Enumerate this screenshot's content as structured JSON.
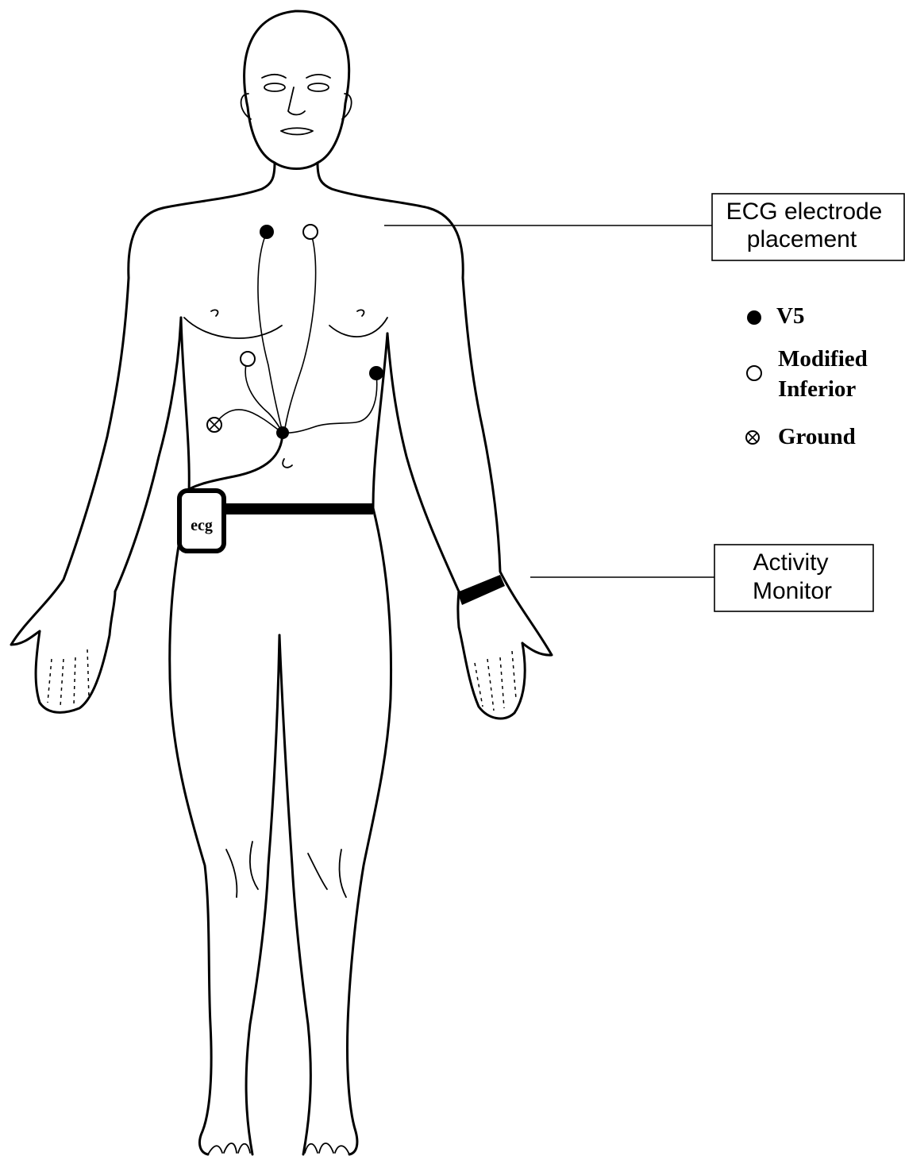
{
  "callouts": {
    "ecg_placement": {
      "line1": "ECG electrode",
      "line2": "placement"
    },
    "activity_monitor": {
      "line1": "Activity",
      "line2": "Monitor"
    }
  },
  "legend": {
    "v5": {
      "label": "V5",
      "marker": "filled-circle"
    },
    "modified_inferior": {
      "line1": "Modified",
      "line2": "Inferior",
      "marker": "open-circle"
    },
    "ground": {
      "label": "Ground",
      "marker": "crossed-circle"
    }
  },
  "device": {
    "label": "ecg"
  },
  "colors": {
    "ink": "#000000",
    "background": "#ffffff"
  }
}
